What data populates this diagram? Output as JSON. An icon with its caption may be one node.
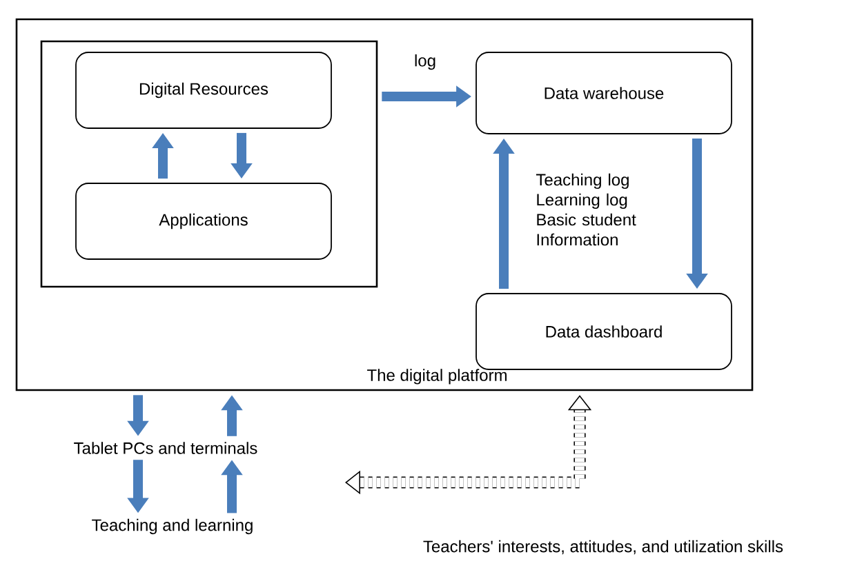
{
  "diagram": {
    "nodes": [
      {
        "text": [
          "The digital platform"
        ]
      },
      {
        "text": [],
        "shape": "box",
        "in": 0
      },
      {
        "text": [
          "Digital Resources"
        ],
        "in": 1
      },
      {
        "text": [
          "Applications"
        ],
        "in": 1
      },
      {
        "text": [
          "Data warehouse"
        ],
        "in": 0
      },
      {
        "text": [
          "Data dashboard"
        ],
        "in": 0
      },
      {
        "text": [
          "Tablet PCs and terminals"
        ]
      },
      {
        "text": [
          "Teaching and learning"
        ]
      }
    ],
    "edges": [
      {
        "from": 3,
        "to": 2,
        "arrow": "to"
      },
      {
        "from": 2,
        "to": 3,
        "arrow": "to"
      },
      {
        "from": 1,
        "to": 4,
        "arrow": "to",
        "label": "log"
      },
      {
        "from": 5,
        "to": 4,
        "arrow": "to",
        "label": "Teaching log Learning log Basic student Information"
      },
      {
        "from": 4,
        "to": 5,
        "arrow": "to"
      },
      {
        "from": 0,
        "to": 6,
        "arrow": "to"
      },
      {
        "from": 6,
        "to": 0,
        "arrow": "to"
      },
      {
        "from": 6,
        "to": 7,
        "arrow": "to"
      },
      {
        "from": 7,
        "to": 6,
        "arrow": "to"
      },
      {
        "from": null,
        "to": 0,
        "arrow": "both",
        "style": "dashed",
        "color": "#000000",
        "label": "Teachers' interests, attitudes, and utilization skills"
      }
    ]
  }
}
